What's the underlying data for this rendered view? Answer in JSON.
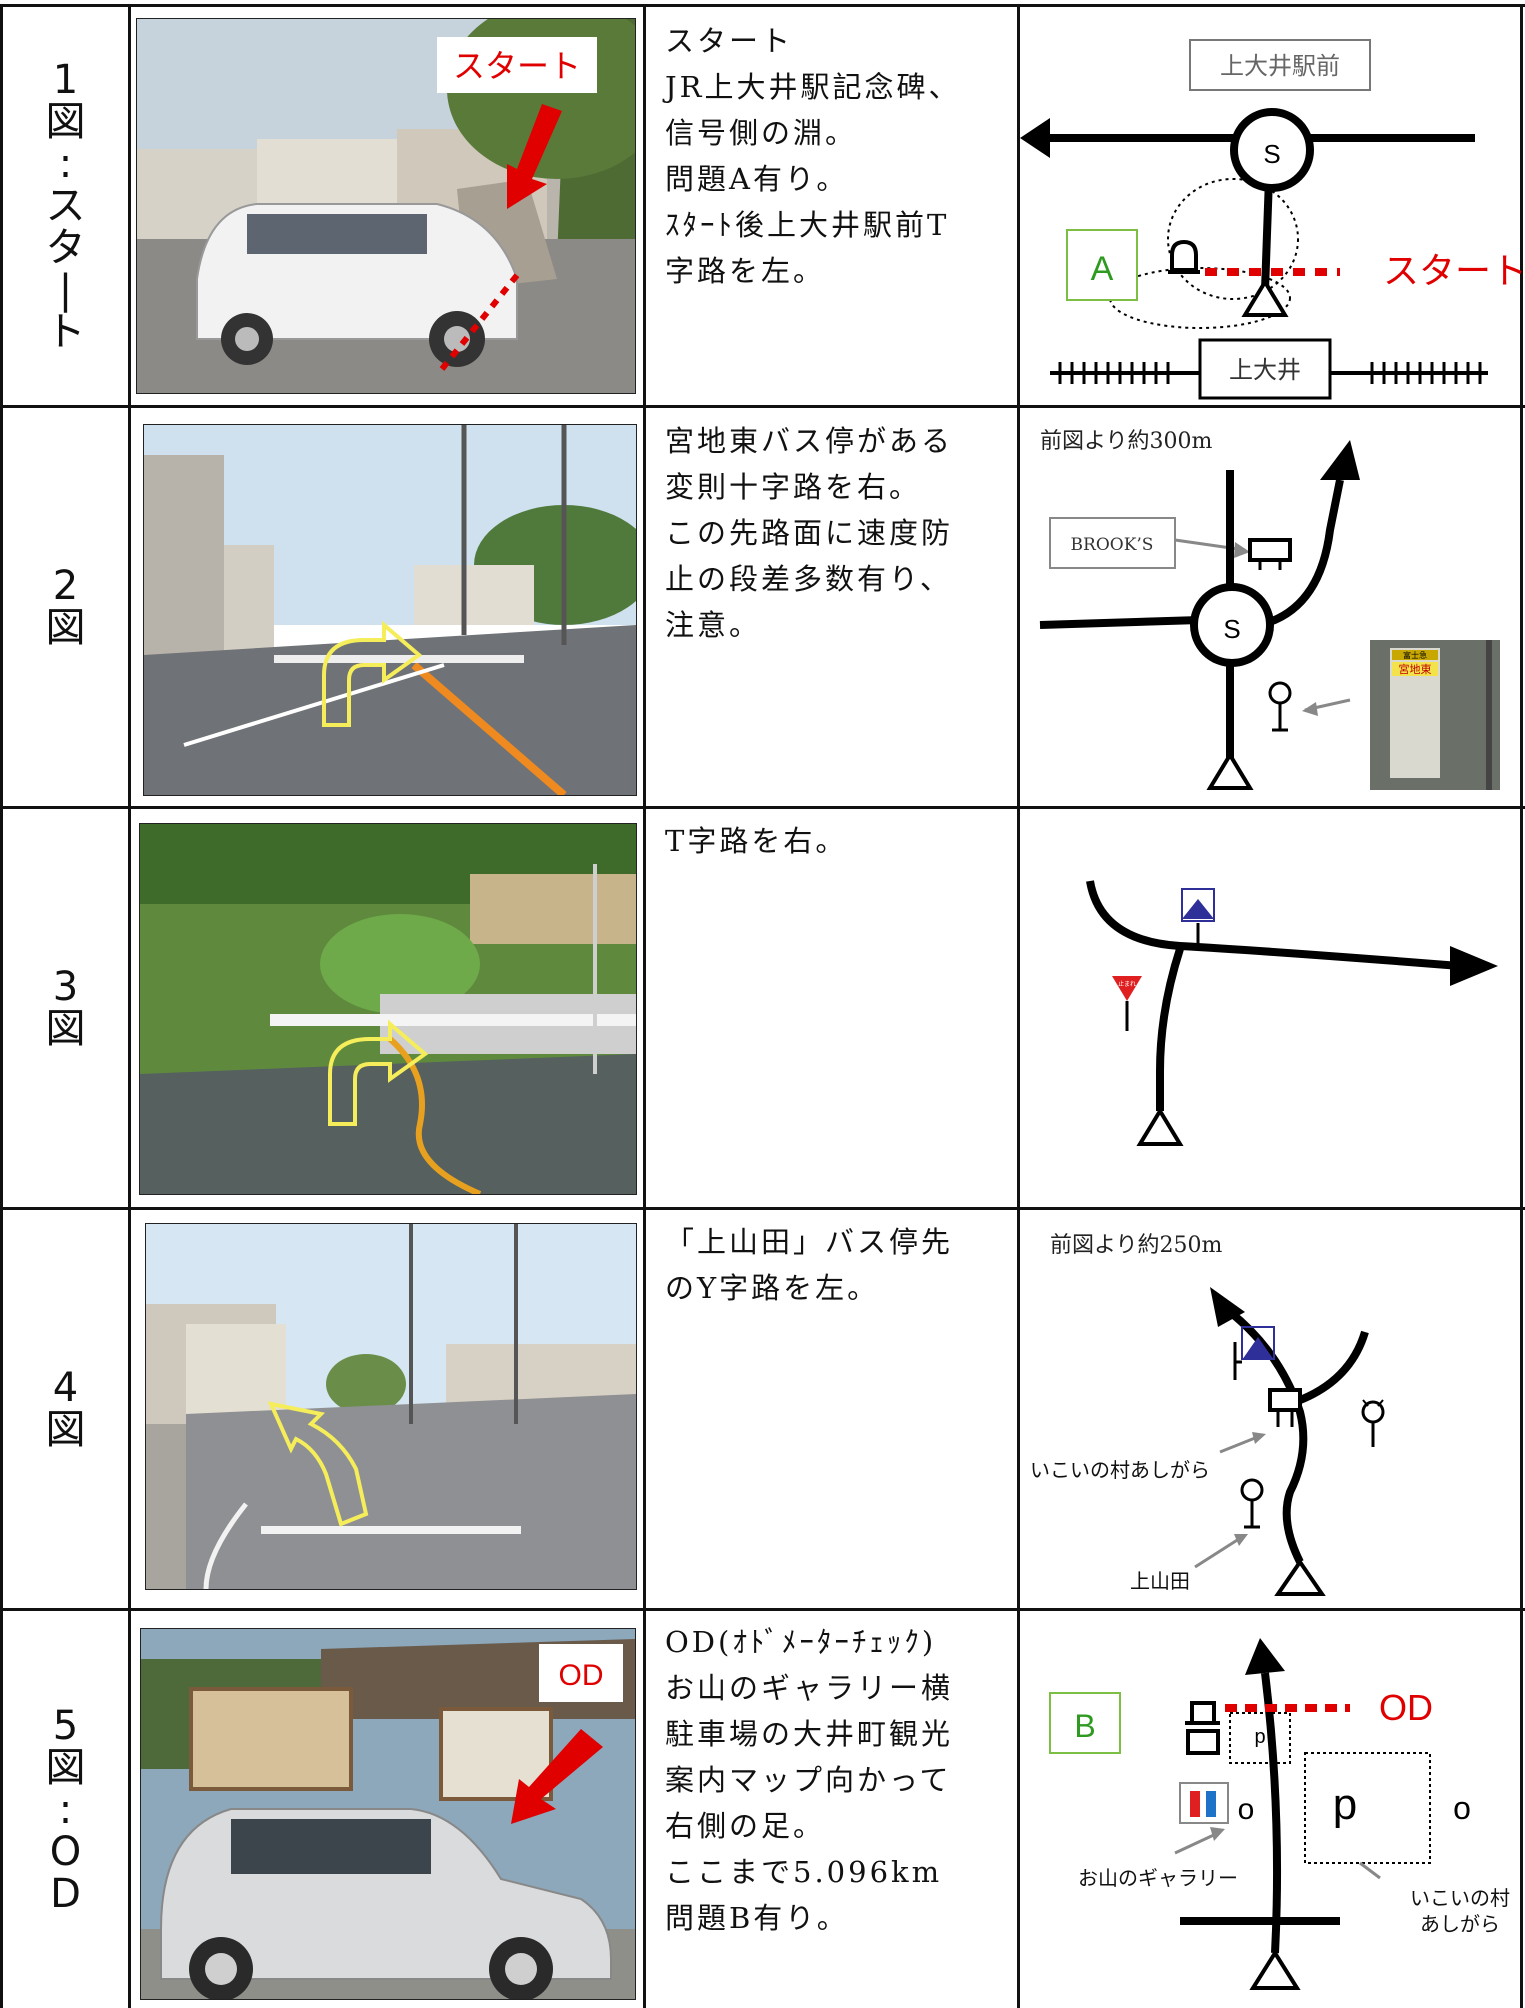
{
  "rows": [
    {
      "label": [
        "1",
        "図",
        ":",
        "ス",
        "タ",
        "|",
        "ト"
      ],
      "photo_tag": "スタート",
      "text": "スタート\nJR上大井駅記念碑、\n信号側の淵。\n問題A有り。\nｽﾀｰﾄ後上大井駅前T\n字路を左。",
      "diagram": {
        "top_box": "上大井駅前",
        "signal": "S",
        "box_letter": "A",
        "start_label": "スタート",
        "station": "上大井"
      }
    },
    {
      "label": [
        "2",
        "図"
      ],
      "text": "宮地東バス停がある\n変則十字路を右。\nこの先路面に速度防\n止の段差多数有り、\n注意。",
      "diagram": {
        "distance": "前図より約300m",
        "shop": "BROOK’S",
        "signal": "S",
        "bus_sign": "宮地東",
        "bus_sign_top": "富士急"
      }
    },
    {
      "label": [
        "3",
        "図"
      ],
      "text": "T字路を右。",
      "diagram": {
        "stop_sign": "止まれ"
      }
    },
    {
      "label": [
        "4",
        "図"
      ],
      "text": "「上山田」バス停先\nのY字路を左。",
      "diagram": {
        "distance": "前図より約250m",
        "place": "いこいの村あしがら",
        "bus_stop": "上山田"
      }
    },
    {
      "label": [
        "5",
        "図",
        ":",
        "O",
        "D"
      ],
      "photo_tag": "OD",
      "text": "OD(ｵﾄﾞﾒｰﾀｰﾁｪｯｸ)\nお山のギャラリー横\n駐車場の大井町観光\n案内マップ向かって\n右側の足。\nここまで5.096km\n問題B有り。",
      "diagram": {
        "box_letter": "B",
        "od_label": "OD",
        "p_small": "p",
        "p_large": "p",
        "o1": "o",
        "o2": "o",
        "gallery": "お山のギャラリー",
        "place": [
          "いこいの村",
          "あしがら"
        ]
      }
    }
  ]
}
